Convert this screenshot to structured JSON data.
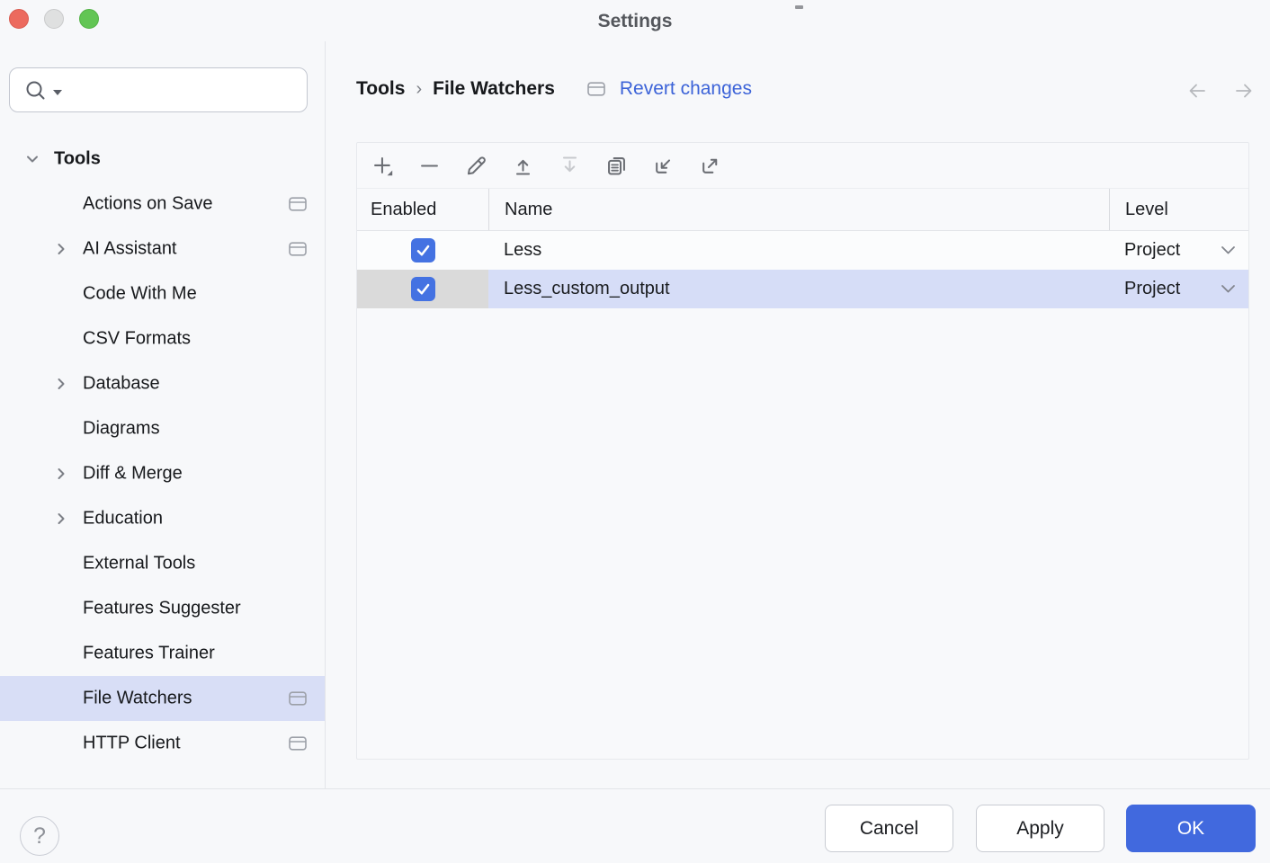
{
  "titlebar": {
    "title": "Settings"
  },
  "sidebar": {
    "search": {
      "placeholder": ""
    },
    "items": [
      {
        "label": "Tools",
        "type": "group",
        "expanded": true
      },
      {
        "label": "Actions on Save",
        "badge": "card"
      },
      {
        "label": "AI Assistant",
        "expandable": true,
        "badge": "card"
      },
      {
        "label": "Code With Me"
      },
      {
        "label": "CSV Formats"
      },
      {
        "label": "Database",
        "expandable": true
      },
      {
        "label": "Diagrams"
      },
      {
        "label": "Diff & Merge",
        "expandable": true
      },
      {
        "label": "Education",
        "expandable": true
      },
      {
        "label": "External Tools"
      },
      {
        "label": "Features Suggester"
      },
      {
        "label": "Features Trainer"
      },
      {
        "label": "File Watchers",
        "selected": true,
        "badge": "card"
      },
      {
        "label": "HTTP Client",
        "badge": "card"
      }
    ],
    "help_label": "?"
  },
  "breadcrumb": {
    "parent": "Tools",
    "separator": "›",
    "current": "File Watchers",
    "revert_label": "Revert changes"
  },
  "toolbar": {
    "icons": [
      "add",
      "remove",
      "edit",
      "move-up",
      "move-down",
      "duplicate",
      "import",
      "export"
    ],
    "disabled": [
      "move-down"
    ]
  },
  "table": {
    "columns": {
      "enabled": "Enabled",
      "name": "Name",
      "level": "Level"
    },
    "rows": [
      {
        "enabled": true,
        "name": "Less",
        "level": "Project",
        "selected": false
      },
      {
        "enabled": true,
        "name": "Less_custom_output",
        "level": "Project",
        "selected": true
      }
    ]
  },
  "footer": {
    "cancel_label": "Cancel",
    "apply_label": "Apply",
    "ok_label": "OK"
  },
  "icons": [
    "search-icon",
    "chevron-down-icon",
    "chevron-right-icon",
    "card-icon",
    "add-icon",
    "remove-icon",
    "edit-icon",
    "move-up-icon",
    "move-down-icon",
    "duplicate-icon",
    "import-icon",
    "export-icon",
    "back-arrow-icon",
    "forward-arrow-icon",
    "checkbox-check-icon",
    "help-icon"
  ],
  "colors": {
    "accent": "#4169de",
    "checkbox": "#4472e2",
    "link": "#3c63d8",
    "row_selection": "#d6ddf7",
    "row_selection_gray": "#dadada",
    "sidebar_selection": "#d8def6",
    "background": "#f7f8fa",
    "traffic_red": "#ec6a5e",
    "traffic_green": "#62c554"
  }
}
